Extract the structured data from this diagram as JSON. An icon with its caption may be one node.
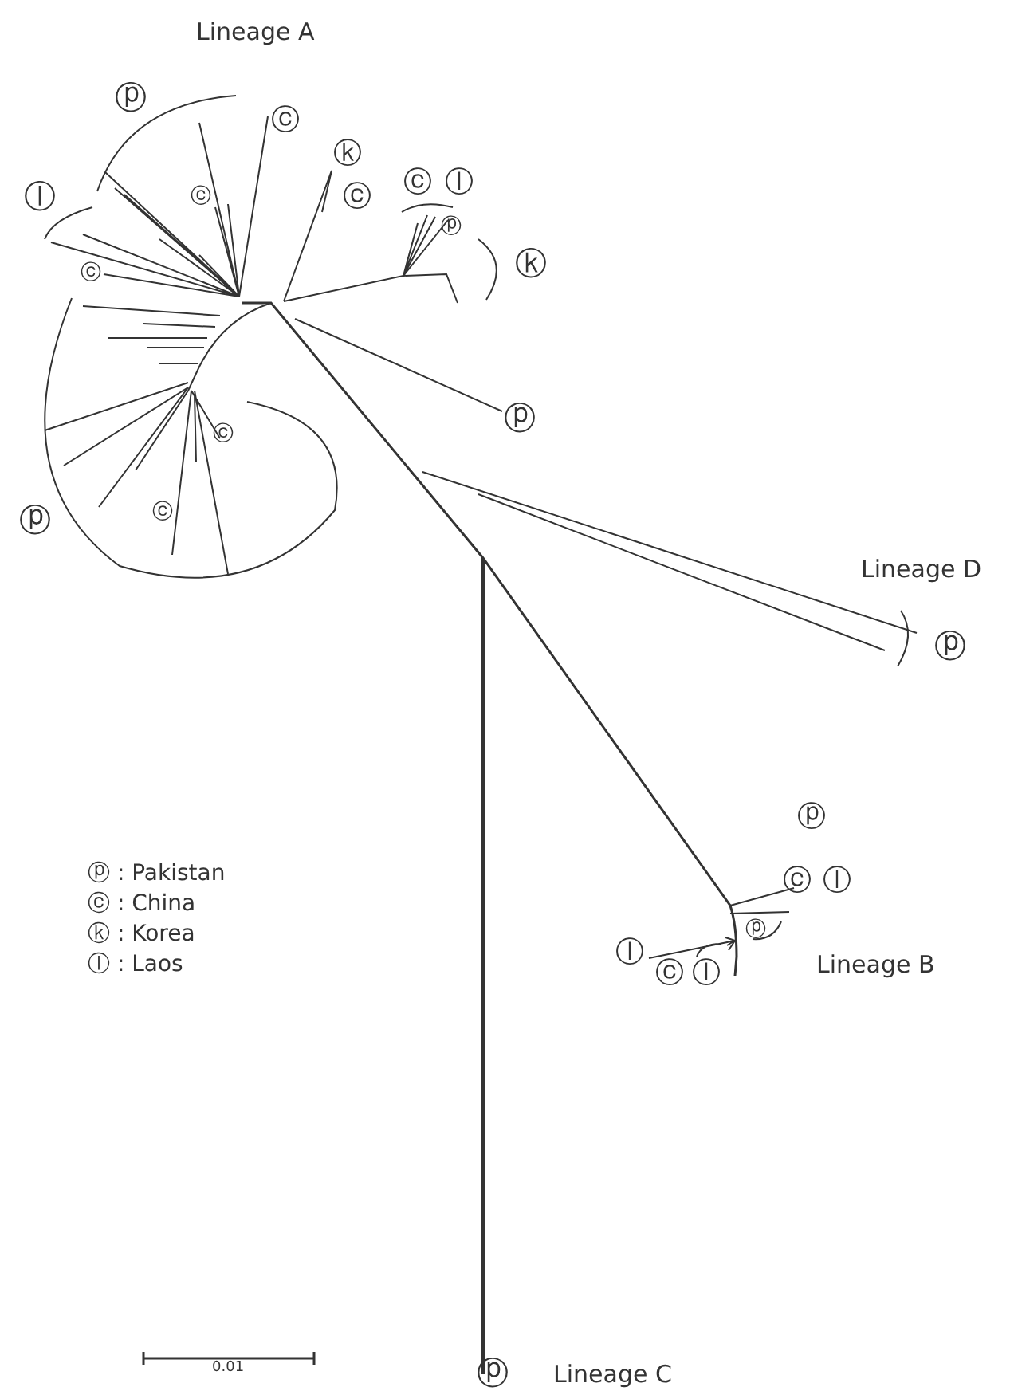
{
  "diagram": {
    "labels": [
      "Lineage A",
      "ⓟ",
      "ⓒ",
      "ⓚ",
      "ⓛ",
      "ⓒ",
      "ⓒ",
      "ⓒ",
      "ⓛ",
      "ⓟ",
      "ⓚ",
      "ⓒ",
      "ⓟ",
      "ⓒ",
      "ⓟ",
      "ⓒ",
      "Lineage D",
      "ⓟ",
      "ⓟ",
      "ⓒ",
      "ⓛ",
      "ⓟ",
      "ⓛ",
      "ⓒ",
      "ⓛ",
      "Lineage B",
      "0.01",
      "ⓟ",
      "Lineage C"
    ],
    "legend": [
      {
        "text": "ⓟ : Pakistan"
      },
      {
        "text": "ⓒ : China"
      },
      {
        "text": "ⓚ : Korea"
      },
      {
        "text": "ⓛ : Laos"
      }
    ]
  }
}
